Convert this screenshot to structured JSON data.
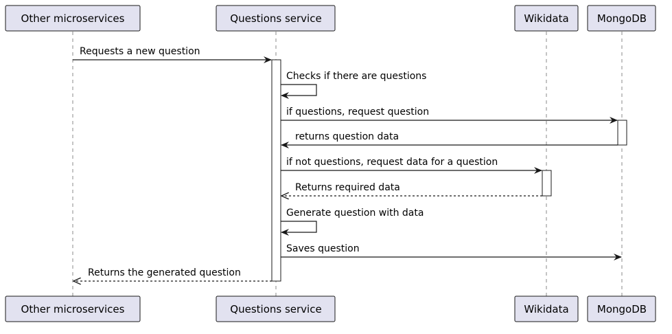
{
  "colors": {
    "participant_fill": "#e2e2f0",
    "participant_stroke": "#181818",
    "lifeline": "#888888",
    "activation_fill": "#ffffff",
    "arrow": "#181818",
    "text": "#000000"
  },
  "participants": [
    {
      "id": "other",
      "label": "Other microservices"
    },
    {
      "id": "questions",
      "label": "Questions service"
    },
    {
      "id": "wikidata",
      "label": "Wikidata"
    },
    {
      "id": "mongodb",
      "label": "MongoDB"
    }
  ],
  "messages": [
    {
      "from": "other",
      "to": "questions",
      "label": "Requests a new question",
      "style": "solid"
    },
    {
      "from": "questions",
      "to": "questions",
      "label": "Checks if there are questions",
      "style": "solid"
    },
    {
      "from": "questions",
      "to": "mongodb",
      "label": "if questions, request question",
      "style": "solid"
    },
    {
      "from": "mongodb",
      "to": "questions",
      "label": "returns question data",
      "style": "solid"
    },
    {
      "from": "questions",
      "to": "wikidata",
      "label": "if not questions, request data for a question",
      "style": "solid"
    },
    {
      "from": "wikidata",
      "to": "questions",
      "label": "Returns required data",
      "style": "dashed"
    },
    {
      "from": "questions",
      "to": "questions",
      "label": "Generate question with data",
      "style": "solid"
    },
    {
      "from": "questions",
      "to": "mongodb",
      "label": "Saves question",
      "style": "solid"
    },
    {
      "from": "questions",
      "to": "other",
      "label": "Returns the generated question",
      "style": "dashed"
    }
  ]
}
